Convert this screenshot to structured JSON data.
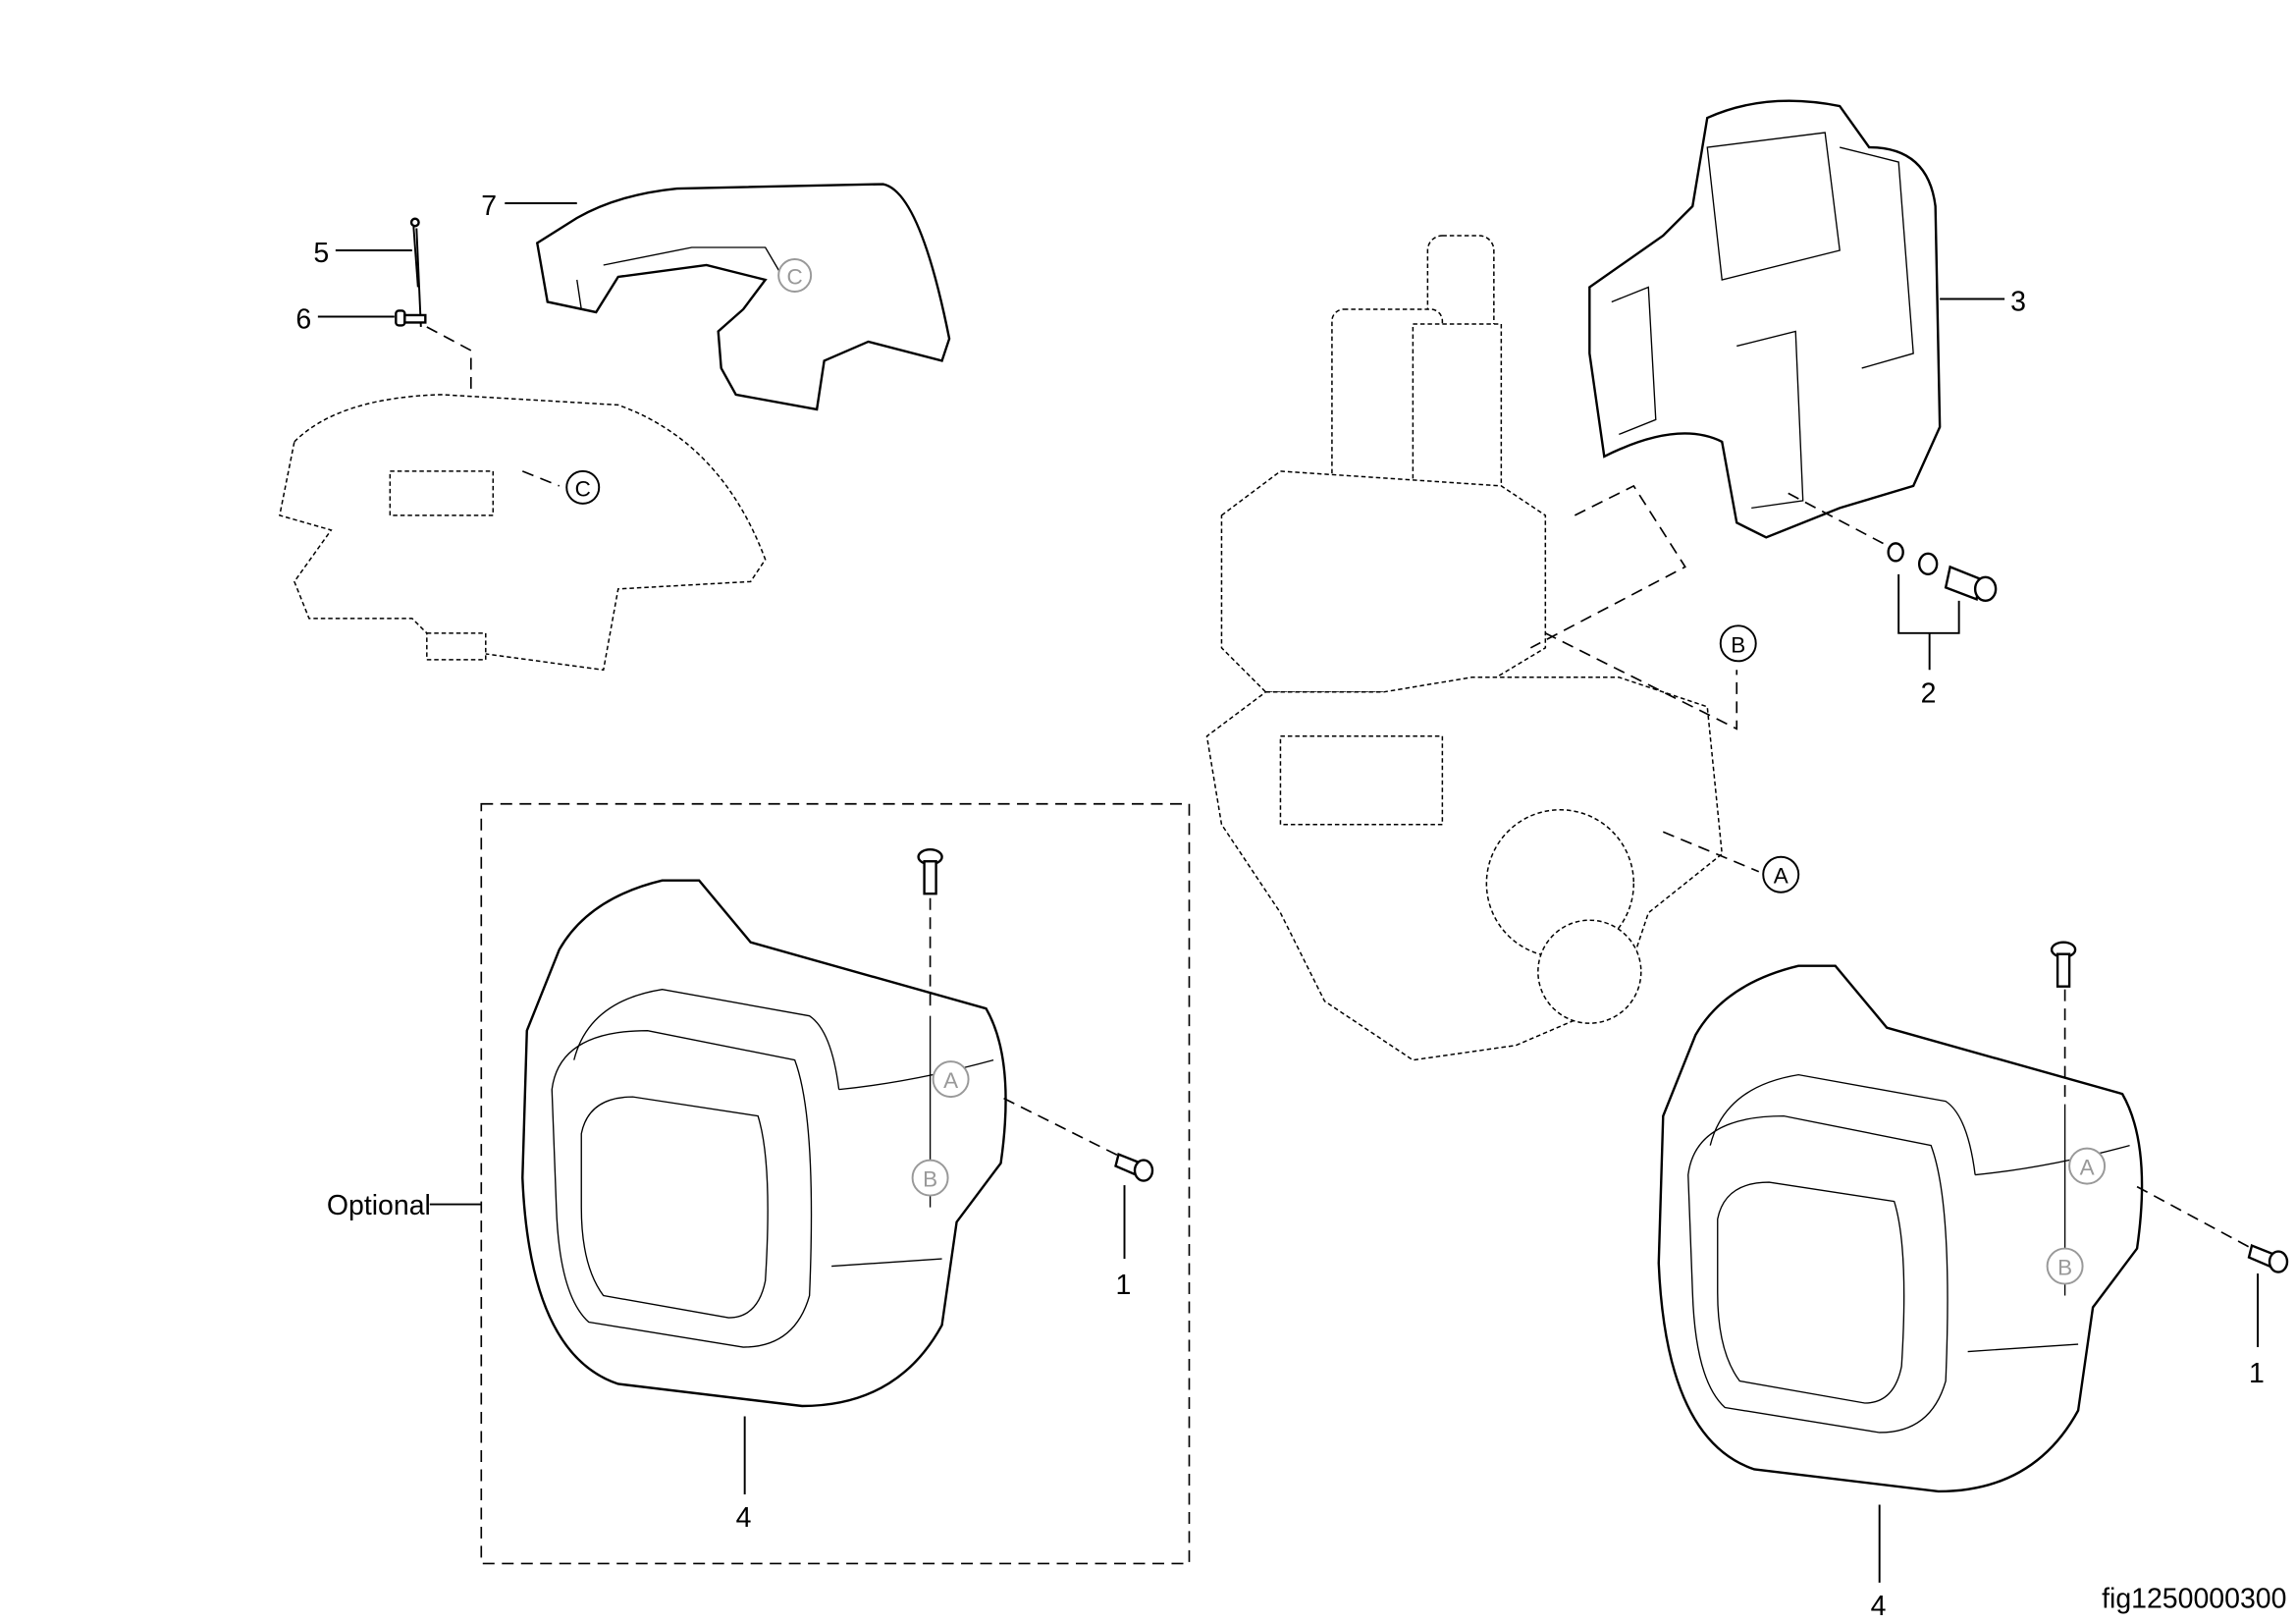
{
  "callouts": {
    "item1_front": "1",
    "item1_right": "1",
    "item2": "2",
    "item3": "3",
    "item4_front": "4",
    "item4_right": "4",
    "item5": "5",
    "item6": "6",
    "item7": "7"
  },
  "optional_label": "Optional",
  "references": {
    "A": "A",
    "B": "B",
    "C": "C"
  },
  "figure_id": "fig1250000300"
}
